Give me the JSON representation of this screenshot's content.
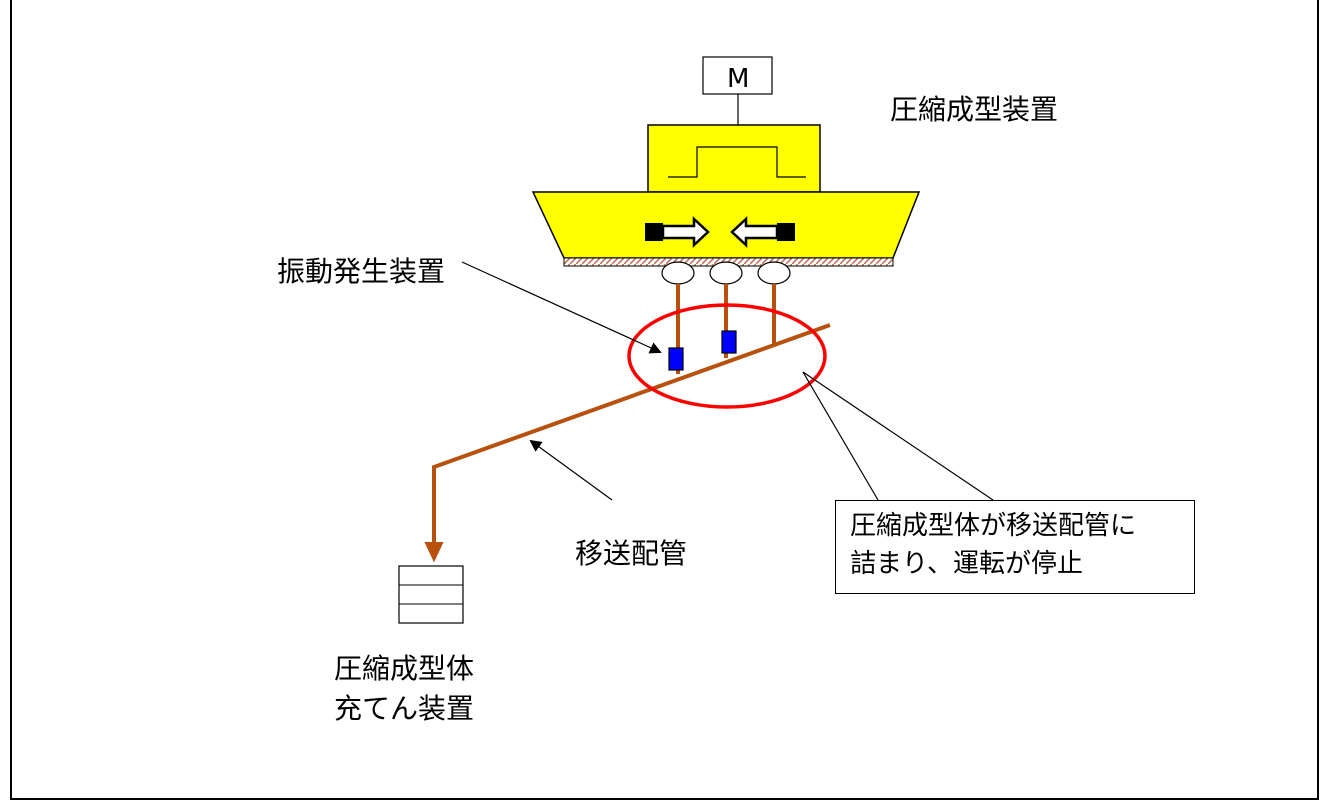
{
  "diagram": {
    "motor_label": "M",
    "labels": {
      "compression_device": "圧縮成型装置",
      "vibration_generator": "振動発生装置",
      "transfer_pipe": "移送配管",
      "filler_line1": "圧縮成型体",
      "filler_line2": "充てん装置"
    },
    "callout": {
      "line1": "圧縮成型体が移送配管に",
      "line2": "詰まり、運転が停止"
    },
    "colors": {
      "machine_fill": "#ffff00",
      "pipe": "#b8500e",
      "vibrator": "#0000ff",
      "highlight_ring": "#ff0000"
    }
  }
}
